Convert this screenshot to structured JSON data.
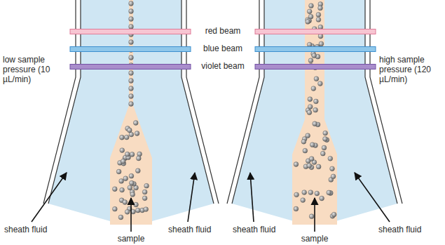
{
  "diagram": {
    "labels": [
      "red beam",
      "blue beam",
      "violet beam",
      "low sample pressure (10 µL/min)",
      "high sample pressure (120 µL/min)",
      "sheath fluid",
      "sheath fluid",
      "sample",
      "sample",
      "sheath fluid",
      "sheath fluid"
    ]
  }
}
